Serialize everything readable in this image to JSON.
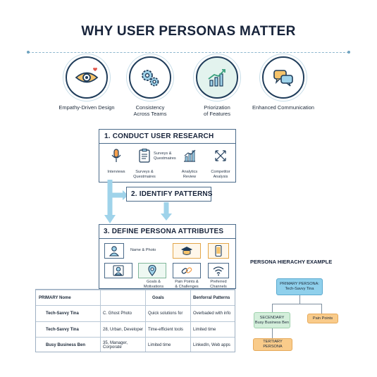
{
  "title": "WHY USER PERSONAS MATTER",
  "benefits": [
    {
      "icon": "eye-heart-icon",
      "label": "Empathy-Driven Design"
    },
    {
      "icon": "gears-icon",
      "label": "Consistency\nAcross Teams"
    },
    {
      "icon": "rising-chart-icon",
      "label": "Priorization\nof Features"
    },
    {
      "icon": "speech-bubbles-icon",
      "label": "Enhanced Communication"
    }
  ],
  "step1": {
    "title": "1. CONDUCT USER RESEARCH",
    "items": [
      {
        "icon": "microphone-icon",
        "top": "",
        "label": "Interviews"
      },
      {
        "icon": "clipboard-icon",
        "top": "Surveys &\nQuestmaires",
        "label": "Surveys &\nQuestmaires"
      },
      {
        "icon": "bar-chart-icon",
        "top": "",
        "label": "Analytics\nReview"
      },
      {
        "icon": "arrows-out-icon",
        "top": "",
        "label": "Competitor\nAnalysis"
      }
    ]
  },
  "step2": {
    "title": "2. IDENTIFY PATTERNS"
  },
  "step3": {
    "title": "3. DEFINE PERSONA ATTRIBUTES",
    "name_photo_label": "Name & Photo",
    "goals_label": "Goals &\nMotivations",
    "pain_label": "Pain Points &\n& Challenges",
    "channels_label": "Preferred\nChannels"
  },
  "table": {
    "headers": [
      "PRIMARY Nome",
      "",
      "Goals",
      "Benforral Patterns"
    ],
    "rows": [
      [
        "Tech-Savvy Tina",
        "C. Ghost Photo",
        "Quick solutions for",
        "Overbaded with info"
      ],
      [
        "Tech-Savvy Tina",
        "28, Urban, Developer",
        "Time-efficient tools",
        "Limited time"
      ],
      [
        "Busy Business Ben",
        "35, Manager, Corporate",
        "Limited time",
        "LinkedIn, Web apps"
      ]
    ]
  },
  "hierarchy": {
    "title": "PERSONA HIERACHY EXAMPLE",
    "primary": "PRIMARY PERSONA:\nTech-Savvy Tina",
    "secondary": "SECENDARY\nBusy Business Ben",
    "pain": "Pain Points",
    "tertiary": "TERTIARY PERSONA"
  },
  "colors": {
    "navy": "#1f3c5a",
    "arrow_blue": "#9fd3ea",
    "orange": "#f9cb8a",
    "green": "#d4efdb",
    "blue": "#8fd0ec"
  }
}
